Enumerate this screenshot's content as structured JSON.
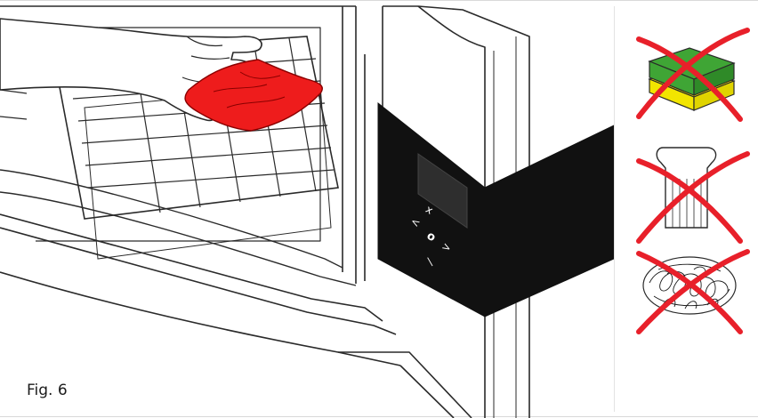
{
  "figure": {
    "label": "Fig. 6"
  },
  "control_panel": {
    "symbols": [
      "x",
      "<",
      "o",
      ">",
      "—"
    ]
  },
  "colors": {
    "cloth": "#ee1c1c",
    "cross": "#e8202a",
    "sponge_green": "#3fa535",
    "sponge_yellow": "#f2e500",
    "panel_black": "#111111",
    "line": "#2a2a2a"
  },
  "prohibited_items": [
    {
      "icon": "abrasive-sponge-icon"
    },
    {
      "icon": "scraper-icon"
    },
    {
      "icon": "steel-wool-icon"
    }
  ]
}
